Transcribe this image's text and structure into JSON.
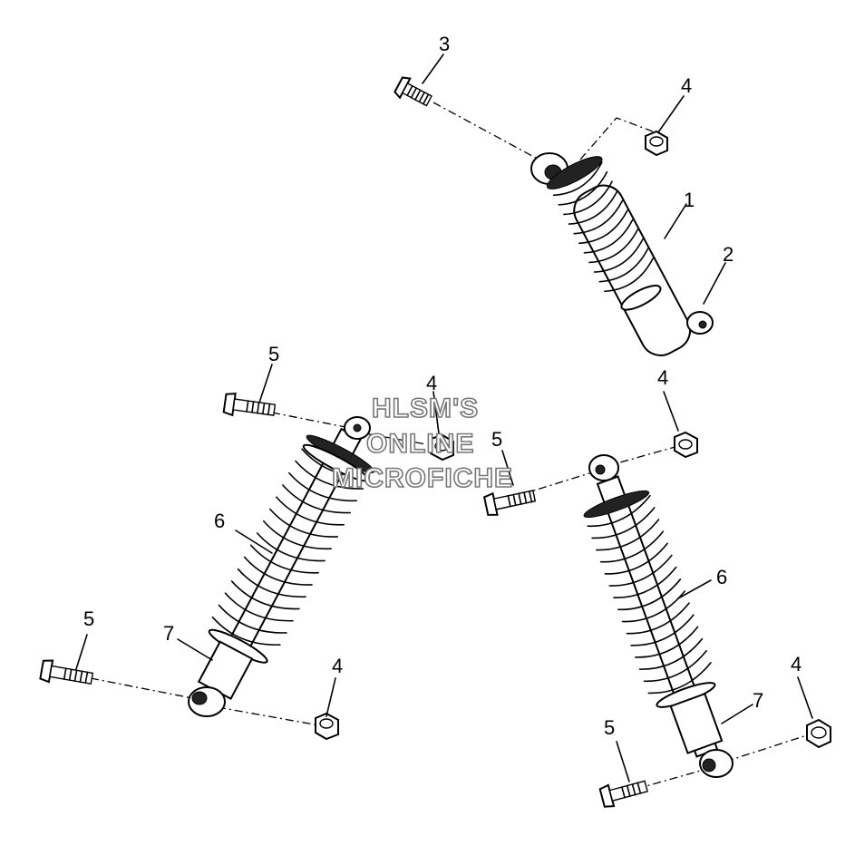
{
  "watermark": {
    "line1": "HLSM'S",
    "line2": "ONLINE",
    "line3": "MICROFICHE"
  },
  "callouts": {
    "top_shock": "1",
    "top_boot": "2",
    "top_bolt": "3",
    "top_nut": "4",
    "left_bolt_upper": "5",
    "left_nut_upper": "4",
    "left_spring": "6",
    "left_lower_body": "7",
    "left_bolt_lower": "5",
    "left_nut_lower": "4",
    "right_bolt_upper": "5",
    "right_nut_upper": "4",
    "right_spring": "6",
    "right_lower_body": "7",
    "right_bolt_lower": "5",
    "right_nut_lower": "4"
  },
  "icons": {
    "shock": "shock-absorber-icon",
    "bolt": "bolt-icon",
    "nut": "nut-icon"
  }
}
